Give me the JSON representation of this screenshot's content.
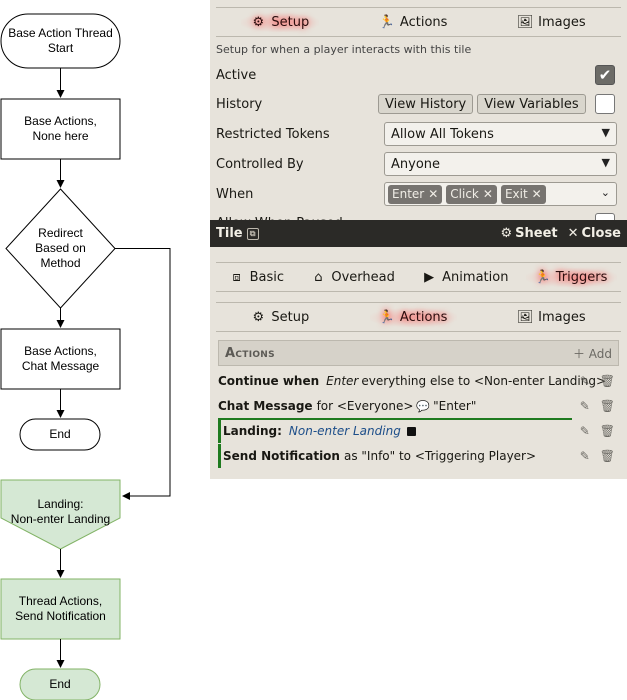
{
  "flowchart": {
    "nodes": [
      {
        "id": "start",
        "label": "Base Action Thread\nStart"
      },
      {
        "id": "base1",
        "label": "Base Actions,\nNone here"
      },
      {
        "id": "redirect",
        "label": "Redirect\nBased on\nMethod"
      },
      {
        "id": "base2",
        "label": "Base Actions,\nChat Message"
      },
      {
        "id": "end1",
        "label": "End"
      },
      {
        "id": "landing",
        "label": "Landing:\nNon-enter Landing"
      },
      {
        "id": "thread",
        "label": "Thread Actions,\nSend Notification"
      },
      {
        "id": "end2",
        "label": "End"
      }
    ]
  },
  "top_panel": {
    "tabs": [
      {
        "label": "Setup",
        "icon": "gear-icon",
        "active": true
      },
      {
        "label": "Actions",
        "icon": "running-icon",
        "active": false
      },
      {
        "label": "Images",
        "icon": "image-icon",
        "active": false
      }
    ],
    "hint": "Setup for when a player interacts with this tile",
    "active_label": "Active",
    "active_checked": true,
    "history_label": "History",
    "view_history": "View History",
    "view_variables": "View Variables",
    "restricted_label": "Restricted Tokens",
    "restricted_value": "Allow All Tokens",
    "controlled_label": "Controlled By",
    "controlled_value": "Anyone",
    "when_label": "When",
    "when_tags": [
      "Enter",
      "Click",
      "Exit"
    ],
    "allow_paused_label": "Allow When Paused"
  },
  "window": {
    "title": "Tile",
    "sheet_label": "Sheet",
    "close_label": "Close",
    "main_tabs": [
      {
        "label": "Basic",
        "icon": "cubes-icon",
        "active": false
      },
      {
        "label": "Overhead",
        "icon": "home-icon",
        "active": false
      },
      {
        "label": "Animation",
        "icon": "play-icon",
        "active": false
      },
      {
        "label": "Triggers",
        "icon": "running-icon",
        "active": true
      }
    ],
    "sub_tabs": [
      {
        "label": "Setup",
        "icon": "gear-icon",
        "active": false
      },
      {
        "label": "Actions",
        "icon": "running-icon",
        "active": true
      },
      {
        "label": "Images",
        "icon": "image-icon",
        "active": false
      }
    ],
    "actions_title": "Actions",
    "add_label": "Add",
    "actions": [
      {
        "bold": "Continue when",
        "em": "Enter",
        "rest": "everything else to <Non-enter Landing>"
      },
      {
        "bold": "Chat Message",
        "pre": "for <Everyone>",
        "rest": "\"Enter\""
      },
      {
        "bold": "Landing:",
        "name": "Non-enter Landing"
      },
      {
        "bold": "Send Notification",
        "rest": "as \"Info\" to <Triggering Player>"
      }
    ]
  },
  "colors": {
    "flow_green_fill": "#d5e8d4",
    "flow_green_stroke": "#82b366",
    "active_glow": "#ff3a3a",
    "landing_marker": "#1f7a1f"
  }
}
